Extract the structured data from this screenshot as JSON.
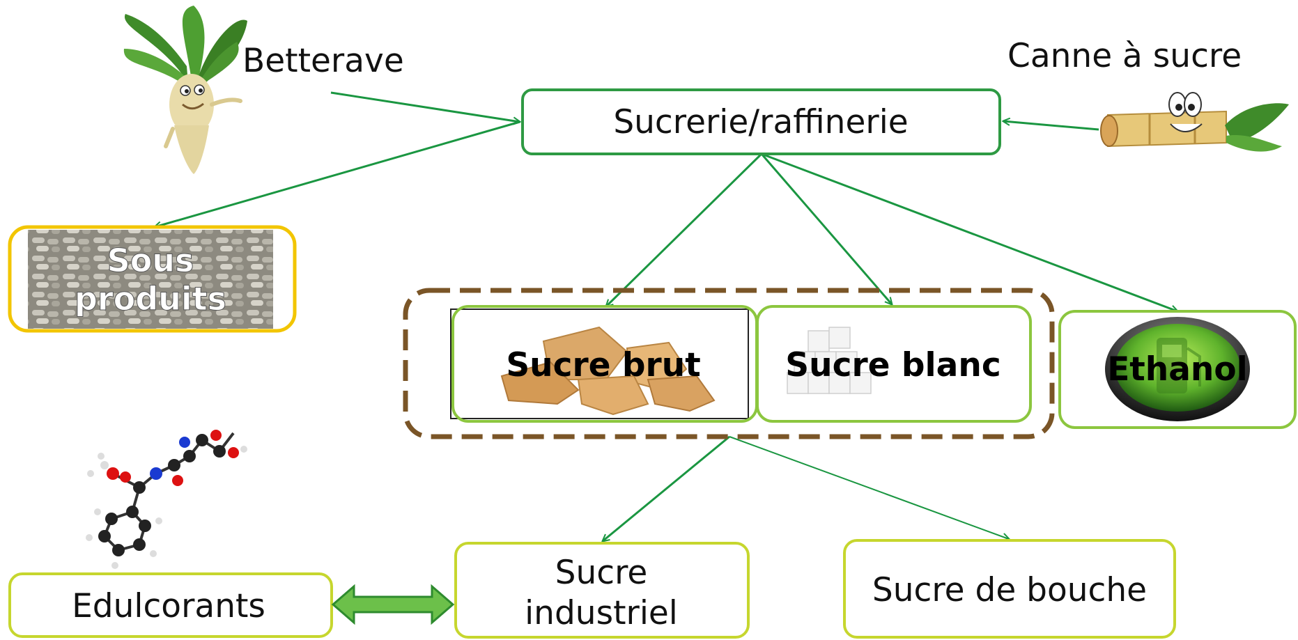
{
  "colors": {
    "arrow": "#1a9641",
    "box_green": "#2e9a43",
    "box_lightgreen": "#8cc63f",
    "box_lime": "#c6d62e",
    "box_yellow": "#f2c500",
    "dashed_brown": "#7a5527",
    "double_arrow": "#6cc04a"
  },
  "nodes": {
    "betterave": "Betterave",
    "canne": "Canne à sucre",
    "sucrerie": "Sucrerie/raffinerie",
    "sous_produits_l1": "Sous",
    "sous_produits_l2": "produits",
    "sucre_brut": "Sucre brut",
    "sucre_blanc": "Sucre blanc",
    "ethanol": "Ethanol",
    "edulcorants": "Edulcorants",
    "sucre_industriel_l1": "Sucre",
    "sucre_industriel_l2": "industriel",
    "sucre_bouche": "Sucre de bouche"
  },
  "icons": {
    "beet": "beet-character-icon",
    "cane": "sugar-cane-character-icon",
    "molecule": "molecule-icon",
    "fuel": "fuel-pump-icon",
    "pellets": "pellets-texture",
    "sugar_lumps": "raw-sugar-lumps",
    "sugar_cubes": "white-sugar-cubes"
  }
}
